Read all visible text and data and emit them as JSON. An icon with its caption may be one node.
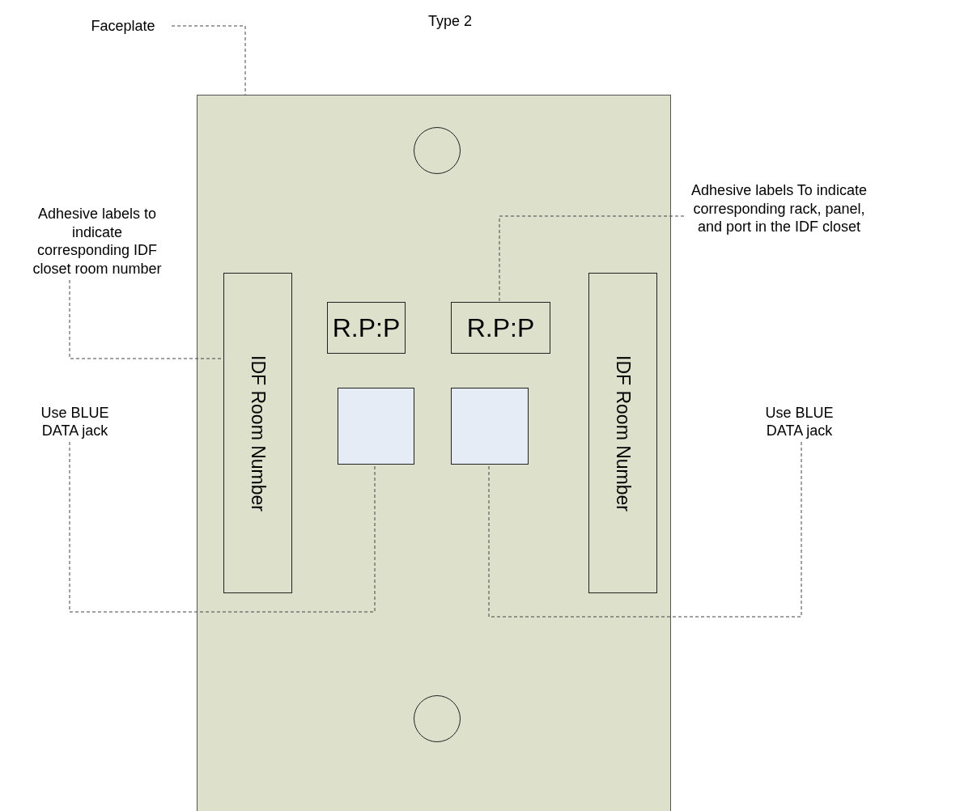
{
  "diagram": {
    "title": "Type 2",
    "nodes": [
      {
        "text": [
          "Faceplate"
        ]
      },
      {
        "text": [],
        "shape": "box"
      },
      {
        "text": [],
        "shape": "circle",
        "in": 1
      },
      {
        "text": [
          "Adhesive labels to indicate corresponding IDF closet room number"
        ]
      },
      {
        "text": [
          "Adhesive labels To indicate corresponding rack, panel, and port in the IDF closet"
        ]
      },
      {
        "text": [
          "IDF Room Number"
        ],
        "in": 1
      },
      {
        "text": [
          "R.P:P"
        ],
        "in": 1
      },
      {
        "text": [
          "R.P:P"
        ],
        "in": 1
      },
      {
        "text": [
          "IDF Room Number"
        ],
        "in": 1
      },
      {
        "text": [
          "Use BLUE DATA jack"
        ]
      },
      {
        "text": [],
        "shape": "box",
        "in": 1
      },
      {
        "text": [],
        "shape": "box",
        "in": 1
      },
      {
        "text": [
          "Use BLUE DATA jack"
        ]
      },
      {
        "text": [],
        "shape": "circle",
        "in": 1
      }
    ],
    "edges": [
      {
        "from": 0,
        "to": 1,
        "arrow": "none",
        "style": "dashed"
      },
      {
        "from": 3,
        "to": 5,
        "arrow": "none",
        "style": "dashed"
      },
      {
        "from": 4,
        "to": 7,
        "arrow": "none",
        "style": "dashed"
      },
      {
        "from": 9,
        "to": 10,
        "arrow": "none",
        "style": "dashed"
      },
      {
        "from": 12,
        "to": 11,
        "arrow": "none",
        "style": "dashed"
      }
    ]
  }
}
